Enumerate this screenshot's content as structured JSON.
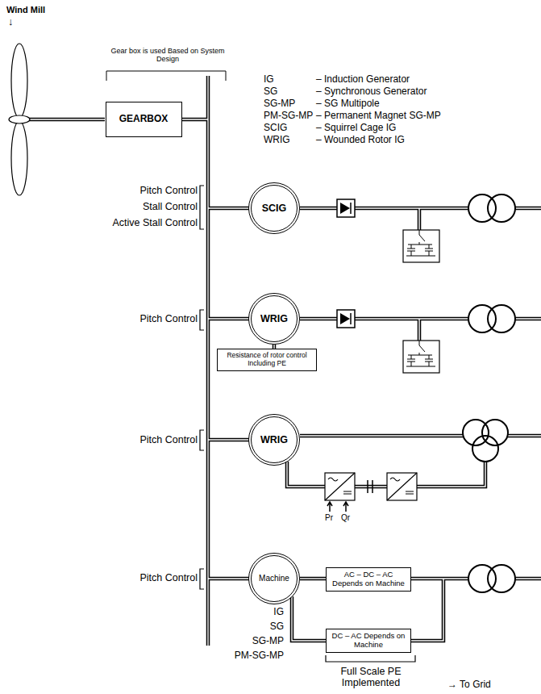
{
  "diagram": {
    "title": "Wind Mill",
    "nodes": [
      {
        "text": [
          "GEARBOX"
        ]
      },
      {
        "text": [
          "SCIG"
        ]
      },
      {
        "text": [
          "WRIG"
        ]
      },
      {
        "text": [
          "Resistance of rotor control Including PE"
        ]
      },
      {
        "text": [
          "WRIG"
        ]
      },
      {
        "text": [
          "Machine"
        ]
      },
      {
        "text": [
          "AC – DC – AC Depends on Machine"
        ]
      },
      {
        "text": [
          "DC – AC Depends on Machine"
        ]
      }
    ],
    "edges": [
      {
        "from": 2,
        "to": 3,
        "arrow": "none"
      },
      {
        "from": 5,
        "to": 6,
        "arrow": "none"
      },
      {
        "from": 5,
        "to": 7,
        "arrow": "none"
      }
    ],
    "labels": [
      "↓",
      "Gear box is used Based on System Design",
      "IG",
      "– Induction Generator",
      "SG",
      "– Synchronous Generator",
      "SG-MP",
      "– SG Multipole",
      "PM-SG-MP",
      "– Permanent Magnet SG-MP",
      "SCIG",
      "– Squirrel Cage IG",
      "WRIG",
      "– Wounded Rotor IG",
      "Pitch Control",
      "Stall Control",
      "Active Stall Control",
      "Pitch Control",
      "Pitch Control",
      "Pitch Control",
      "Pr",
      "Qr",
      "IG",
      "SG",
      "SG-MP",
      "PM-SG-MP",
      "Full Scale PE Implemented",
      "→ To Grid"
    ]
  }
}
